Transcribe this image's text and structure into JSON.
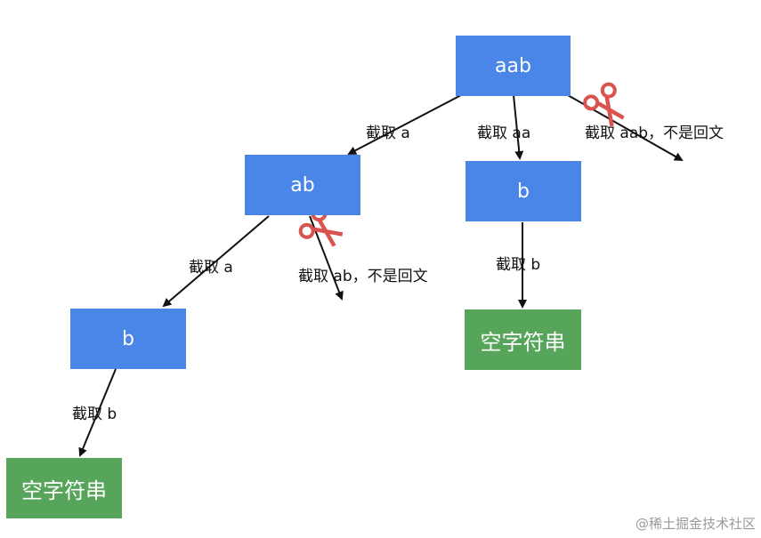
{
  "nodes": {
    "aab": "aab",
    "ab": "ab",
    "b_right": "b",
    "b_left": "b",
    "empty_left": "空字符串",
    "empty_right": "空字符串"
  },
  "edges": {
    "aab_to_ab": "截取 a",
    "aab_to_b": "截取 aa",
    "aab_cut": "截取 aab，不是回文",
    "ab_to_b": "截取 a",
    "ab_cut": "截取 ab，不是回文",
    "b_left_to_empty": "截取 b",
    "b_right_to_empty": "截取 b"
  },
  "colors": {
    "node_blue": "#4a86e8",
    "node_green": "#57a55a",
    "scissors": "#d9534f"
  },
  "icons": [
    "scissors-icon"
  ],
  "watermark": "@稀土掘金技术社区"
}
